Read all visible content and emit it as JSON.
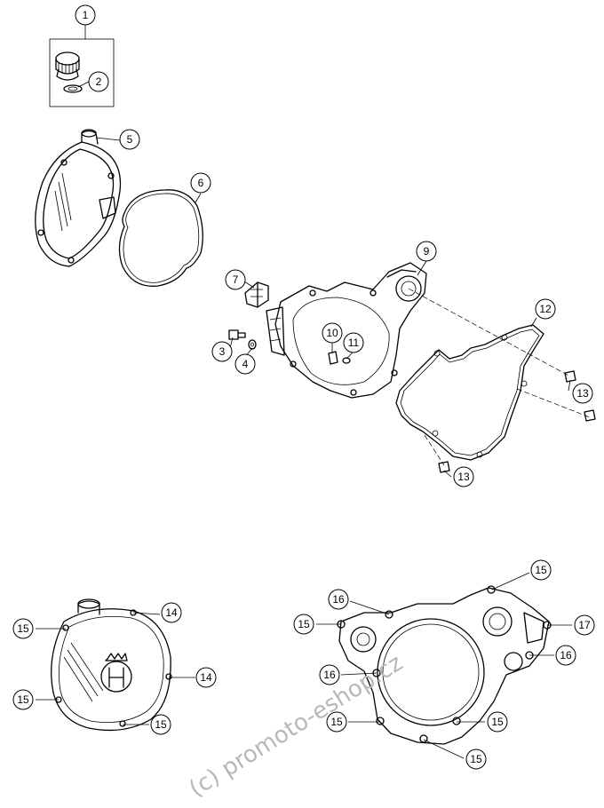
{
  "callouts": {
    "c1": "1",
    "c2": "2",
    "c3": "3",
    "c4": "4",
    "c5": "5",
    "c6": "6",
    "c7": "7",
    "c9": "9",
    "c10": "10",
    "c11": "11",
    "c12": "12",
    "c13": "13",
    "c14": "14",
    "c15": "15",
    "c16": "16",
    "c17": "17"
  },
  "watermark": "(c) promoto-eshop.cz",
  "colors": {
    "line": "#000000",
    "watermark": "#b8b8b8",
    "background": "#ffffff"
  },
  "icons": [
    "oil-filler-plug-icon",
    "o-ring-icon",
    "ignition-cover-icon",
    "gasket-icon",
    "breather-icon",
    "screw-icon",
    "washer-icon",
    "clutch-cover-icon",
    "dowel-pin-icon",
    "husqvarna-logo-icon"
  ]
}
